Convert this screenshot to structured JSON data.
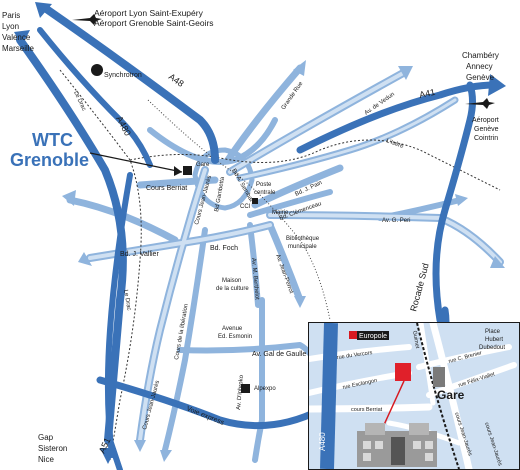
{
  "colors": {
    "highway": "#3a72b8",
    "road": "#a9c6e6",
    "road_stroke": "#6f95c2",
    "river": "#1a1a1a",
    "wtc_red": "#e0202a",
    "europole_red": "#d71920"
  },
  "airports": {
    "lyon": "Aéroport Lyon Saint-Exupéry",
    "grenoble": "Aéroport Grenoble Saint-Geoirs",
    "geneve_line1": "Aéroport",
    "geneve_line2": "Genève",
    "geneve_line3": "Cointrin"
  },
  "destinations": {
    "west": [
      "Paris",
      "Lyon",
      "Valence",
      "Marseille"
    ],
    "east": [
      "Chambéry",
      "Annecy",
      "Genève"
    ],
    "south": [
      "Gap",
      "Sisteron",
      "Nice"
    ]
  },
  "highways": {
    "a48": "A48",
    "a480": "A480",
    "a41": "A41",
    "a51": "A51",
    "rocade": "Rocade Sud"
  },
  "wtc": {
    "line1": "WTC",
    "line2": "Grenoble"
  },
  "streets": {
    "synchrotron": "Synchrotron",
    "le_drac": "Le Drac",
    "le_drac_2": "Le Drac",
    "grande_rue": "Grande Rue",
    "av_vedun": "Av. de Vedun",
    "isere": "L'Isère",
    "gare": "Gare",
    "cours_berriat": "Cours Berriat",
    "cours_jean_jaures": "Cours Jean-Jaurès",
    "bd_gambetta": "Bd Gambetta",
    "bd_a_sembat": "Bd A. Sembat",
    "poste_1": "Poste",
    "poste_2": "centrale",
    "bd_j_pain": "Bd. J. Pain",
    "cci": "CCI",
    "mairie": "Mairie",
    "bd_clemenceau": "Bd. Clémenceau",
    "av_g_peri": "Av. G. Peri",
    "bd_j_vallier": "Bd. J. Vallier",
    "bd_foch": "Bd. Foch",
    "biblio_1": "Bibliothèque",
    "biblio_2": "municipale",
    "av_jean_perrot": "Av. Jean-Perrot",
    "av_m_berthelot": "Av. M. Berthelot",
    "maison_1": "Maison",
    "maison_2": "de la culture",
    "cours_liberation": "Cours de la libération",
    "avenue_1": "Avenue",
    "avenue_2": "Ed. Esmonin",
    "av_gal_de_gaulle": "Av. Gal de Gaulle",
    "alpexpo": "Alpexpo",
    "av_dinbroko": "Av. D'inbroko",
    "cours_jean_jaures_2": "Cours Jean-Jaurès",
    "voie_express": "Voie express"
  },
  "inset": {
    "europole": "Europole",
    "gare": "Gare",
    "rue_vercors": "rue du Vercors",
    "rue_esclangon": "rue Esclangon",
    "cours_berriat": "cours Berriat",
    "a480": "A480",
    "guimet": "Guimet",
    "hubert_1": "Place",
    "hubert_2": "Hubert",
    "hubert_3": "Dubedout",
    "rue_c_brenier": "rue C. Brenier",
    "rue_felix_viallet": "rue Félix-Viallet",
    "cours_jaures": "cours Jean-Jaurès",
    "cours_jaures_2": "cours Jean-Jaurès"
  }
}
